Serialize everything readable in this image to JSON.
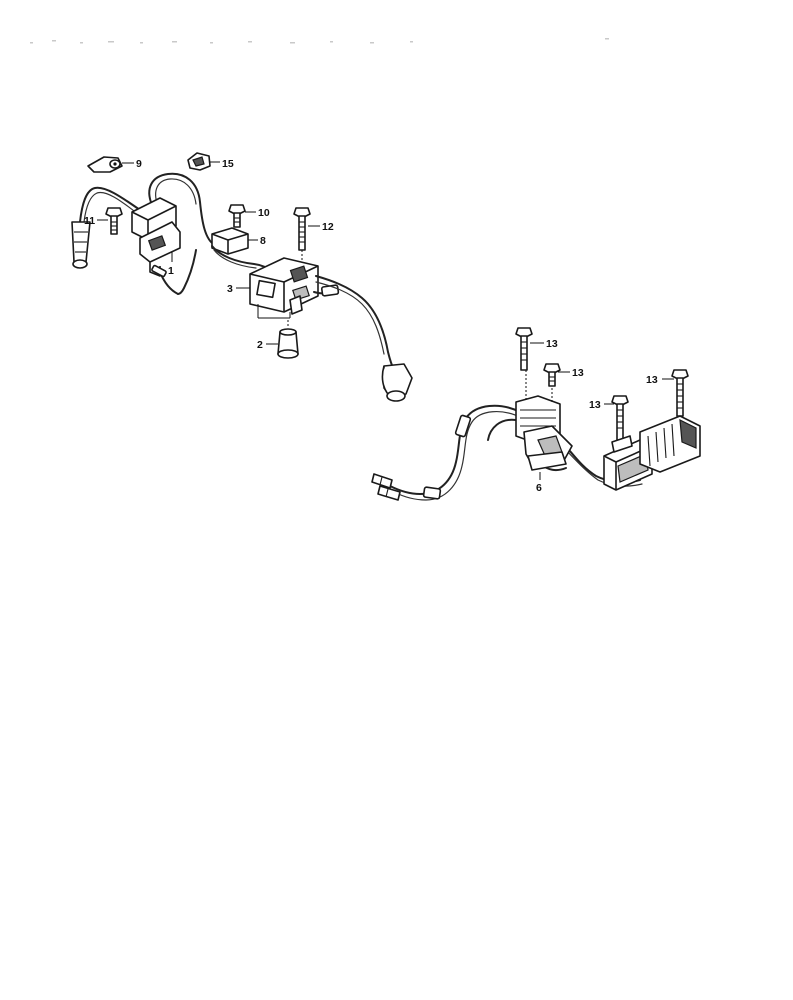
{
  "callouts": {
    "c1": "1",
    "c2": "2",
    "c3": "3",
    "c6": "6",
    "c8": "8",
    "c9": "9",
    "c10": "10",
    "c11": "11",
    "c12": "12",
    "c13a": "13",
    "c13b": "13",
    "c13c": "13",
    "c13d": "13",
    "c15": "15"
  }
}
